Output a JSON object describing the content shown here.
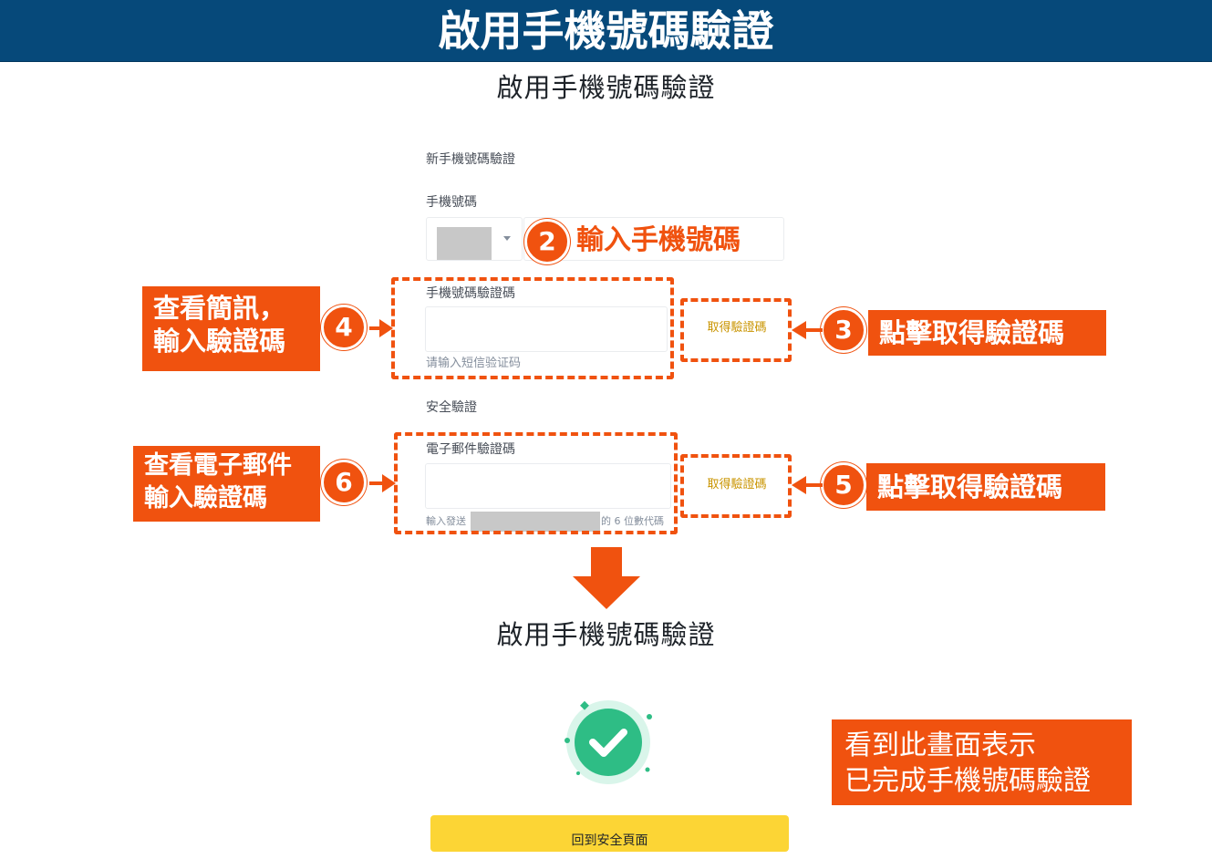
{
  "banner": {
    "title": "啟用手機號碼驗證"
  },
  "page": {
    "title": "啟用手機號碼驗證",
    "success_title": "啟用手機號碼驗證"
  },
  "form": {
    "section_new_phone": "新手機號碼驗證",
    "phone_label": "手機號碼",
    "sms_label": "手機號碼驗證碼",
    "sms_get_code": "取得驗證碼",
    "sms_hint": "请输入短信验证码",
    "security_section": "安全驗證",
    "email_label": "電子郵件驗證碼",
    "email_get_code": "取得驗證碼",
    "email_hint_prefix": "輸入發送",
    "email_hint_suffix": "的 6 位數代碼"
  },
  "annotations": {
    "step2": {
      "number": "2",
      "text": "輸入手機號碼"
    },
    "step3": {
      "number": "3",
      "text": "點擊取得驗證碼"
    },
    "step4": {
      "number": "4",
      "line1": "查看簡訊，",
      "line2": "輸入驗證碼"
    },
    "step5": {
      "number": "5",
      "text": "點擊取得驗證碼"
    },
    "step6": {
      "number": "6",
      "line1": "查看電子郵件",
      "line2": "輸入驗證碼"
    },
    "result": {
      "line1": "看到此畫面表示",
      "line2": "已完成手機號碼驗證"
    }
  },
  "success_button": {
    "label": "回到安全頁面"
  },
  "colors": {
    "banner": "#06497a",
    "annotation_orange": "#f0520f",
    "get_code_gold": "#c99400",
    "button_yellow": "#fcd535",
    "success_green": "#2ebd85"
  },
  "icons": {
    "success": "check-circle-icon",
    "caret": "chevron-down-icon",
    "arrow": "arrow-down-icon"
  }
}
